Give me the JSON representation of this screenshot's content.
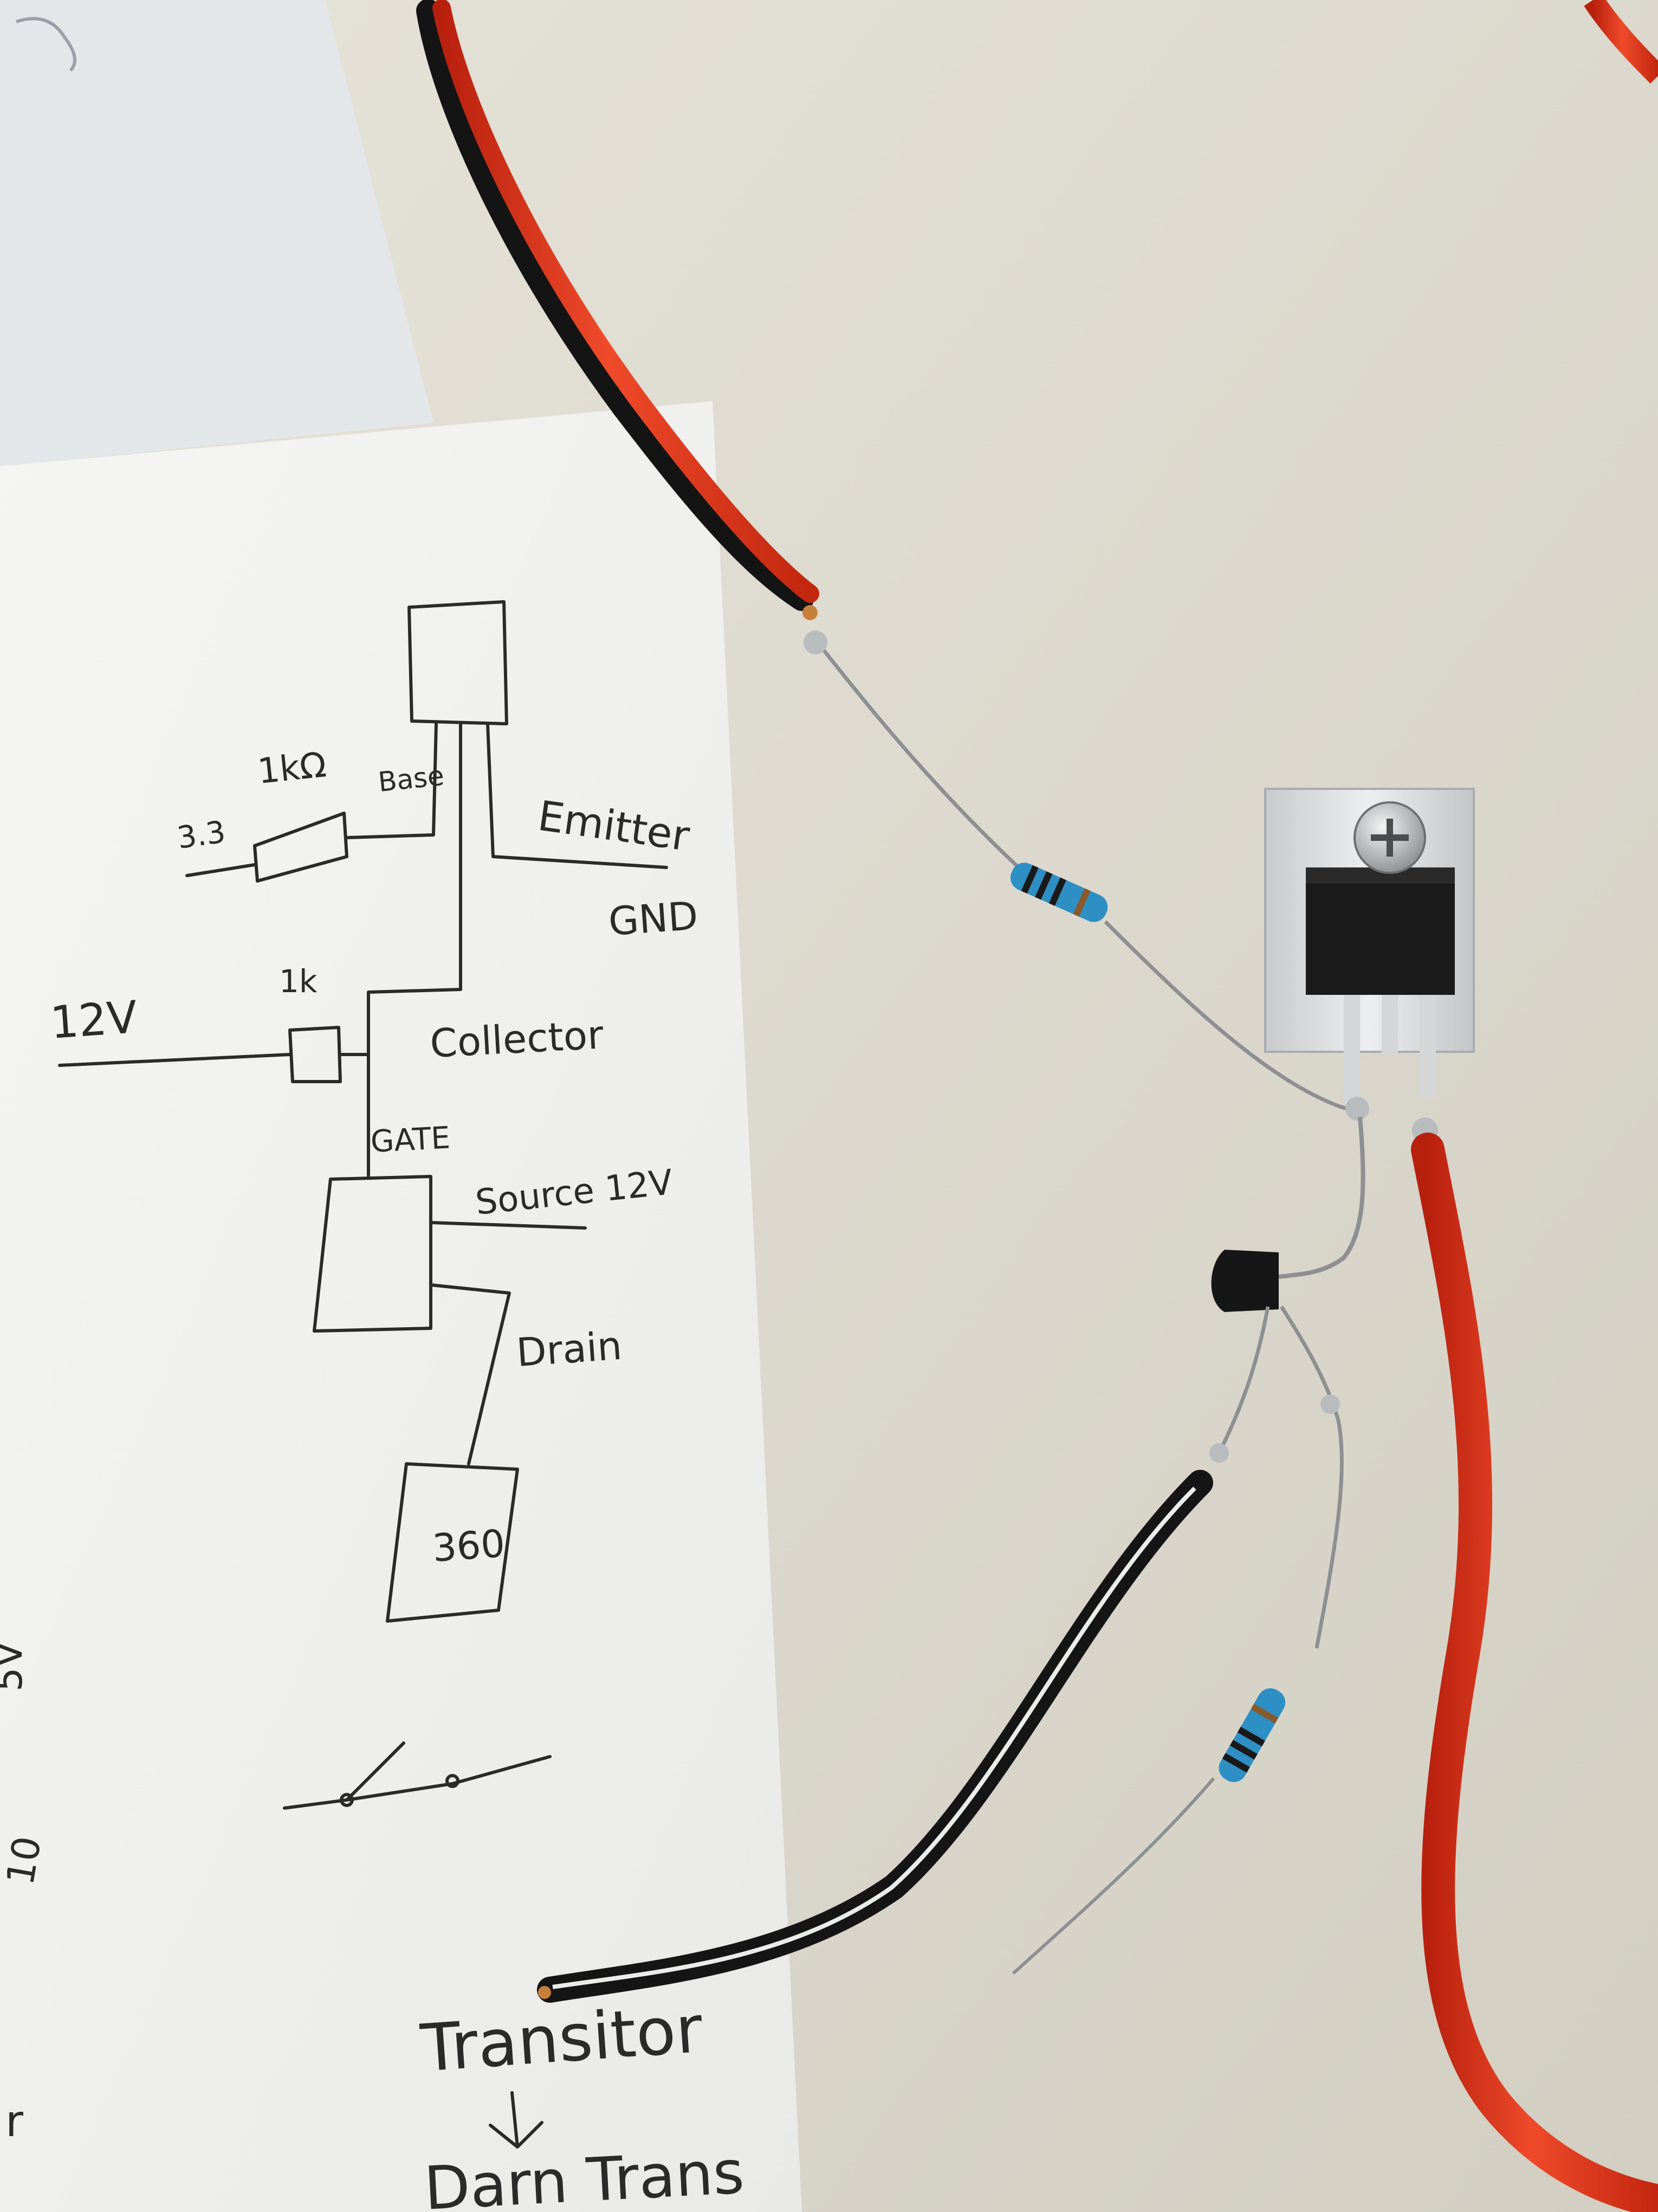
{
  "scene": {
    "description_colors": {
      "table": "#dcd8cd",
      "paper": "#f2f2f0",
      "paper_back": "#e3e6ea",
      "ink": "#2a2a2a",
      "red_wire": "#e2361e",
      "black_wire": "#151515",
      "resistor_body": "#2e8fc4",
      "heatsink": "#d7d9db",
      "chip": "#1a1a1a"
    }
  },
  "sketch": {
    "labels": {
      "r1_value": "1kΩ",
      "base": "Base",
      "v33": "3.3",
      "emitter": "Emitter",
      "gnd": "GND",
      "r2_value": "1k",
      "v12": "12V",
      "collector": "Collector",
      "gate": "GATE",
      "source": "Source 12V",
      "drain": "Drain",
      "load": "360",
      "transistor": "Transitor",
      "bottom": "Darn Trans",
      "margin_5v": "5V",
      "margin_10": "10",
      "margin_r": "r"
    }
  }
}
